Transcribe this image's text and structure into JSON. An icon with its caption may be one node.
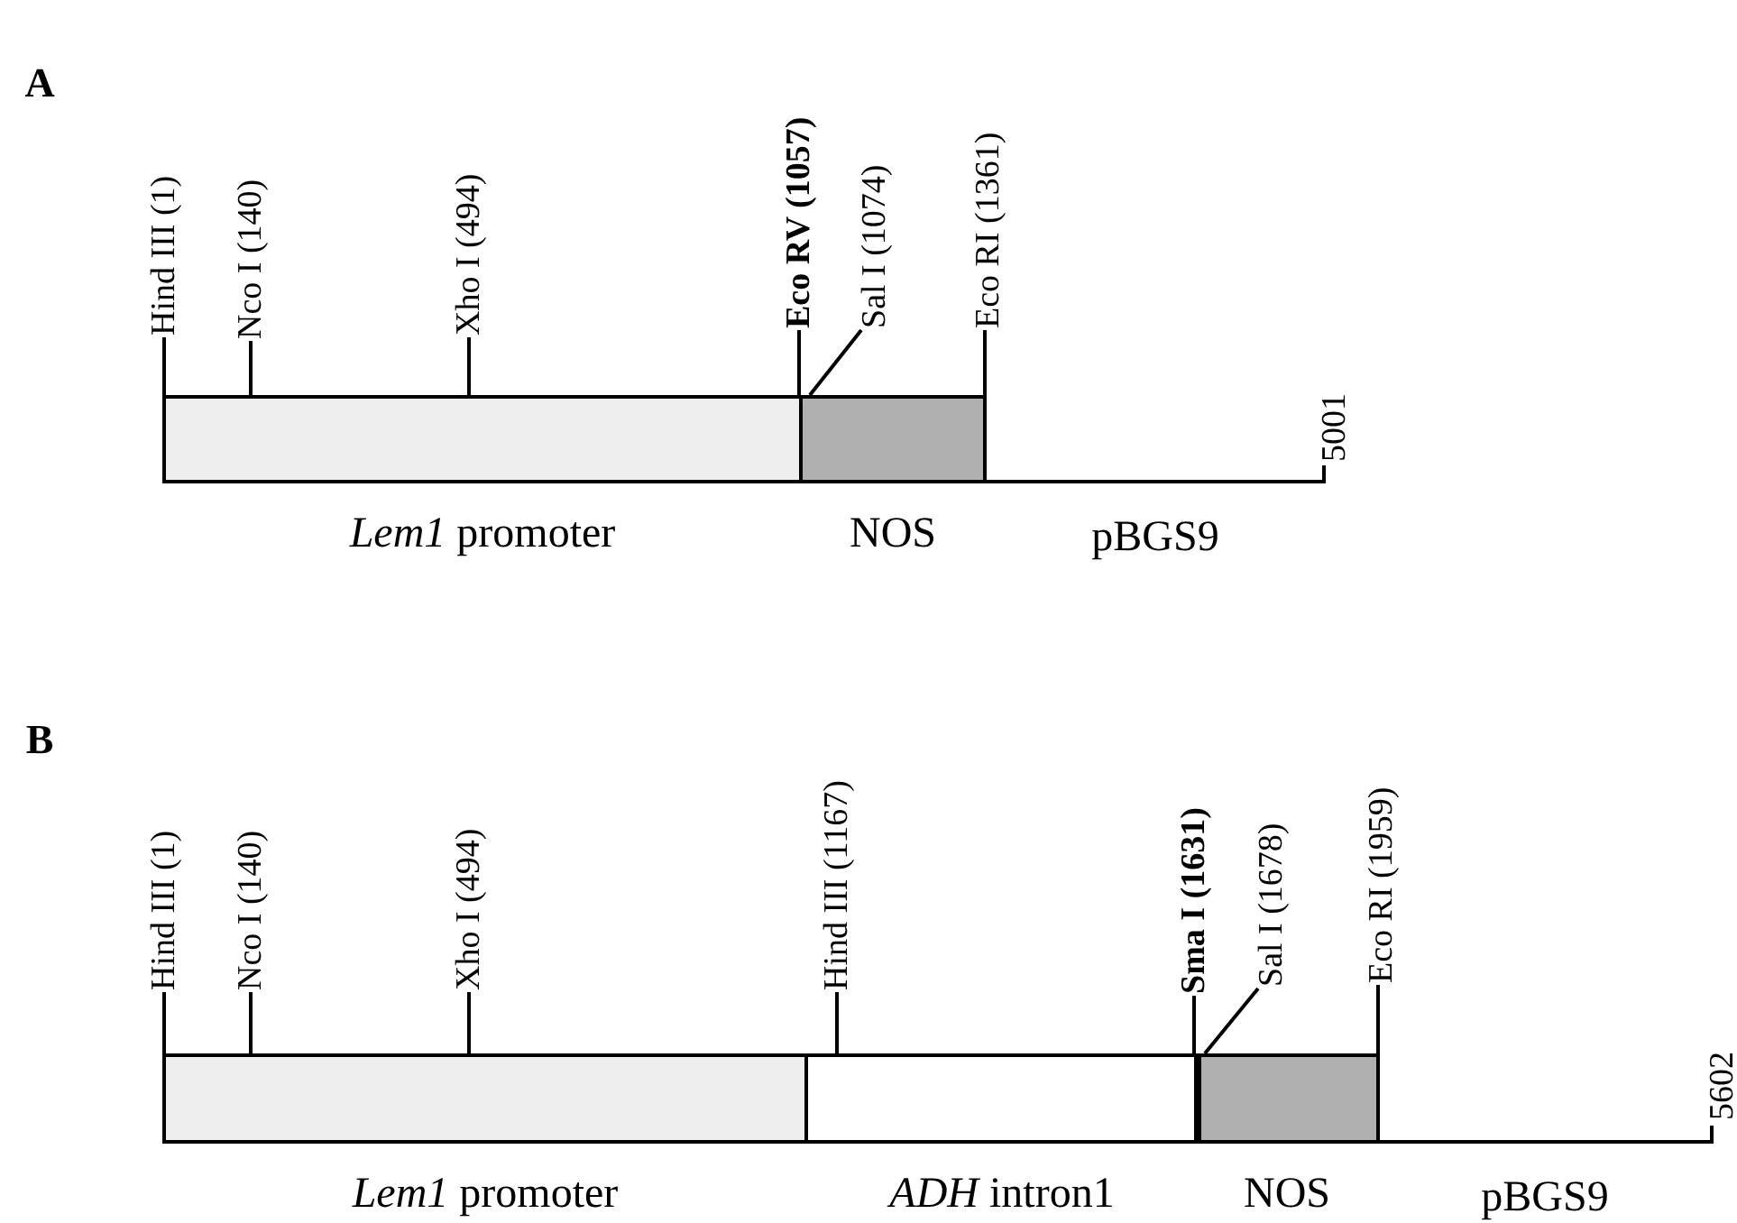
{
  "diagram": {
    "nodes": [
      {
        "text": [
          "Hind III (1)"
        ]
      },
      {
        "text": [
          "Nco I (140)"
        ]
      },
      {
        "text": [
          "Xho I (494)"
        ]
      },
      {
        "text": [
          "Eco RV (1057)"
        ]
      },
      {
        "text": [
          "Sal I (1074)"
        ]
      },
      {
        "text": [
          "Eco RI (1361)"
        ]
      },
      {
        "text": [
          "*Lem1* promoter"
        ]
      },
      {
        "text": [
          "NOS"
        ]
      },
      {
        "text": [
          "pBGS9"
        ],
        "beside": [
          "5001"
        ]
      },
      {
        "text": [
          "Hind III (1)"
        ]
      },
      {
        "text": [
          "Nco I (140)"
        ]
      },
      {
        "text": [
          "Xho I (494)"
        ]
      },
      {
        "text": [
          "Hind III (1167)"
        ]
      },
      {
        "text": [
          "Sma I (1631)"
        ]
      },
      {
        "text": [
          "Sal I (1678)"
        ]
      },
      {
        "text": [
          "Eco RI (1959)"
        ]
      },
      {
        "text": [
          "*Lem1* promoter"
        ]
      },
      {
        "text": [
          "*ADH* intron1"
        ]
      },
      {
        "text": [
          "NOS"
        ]
      },
      {
        "text": [
          "pBGS9"
        ],
        "beside": [
          "5602"
        ]
      }
    ],
    "edges": [
      {
        "from": 0,
        "to": 6,
        "arrow": "none"
      },
      {
        "from": 1,
        "to": 6,
        "arrow": "none"
      },
      {
        "from": 2,
        "to": 6,
        "arrow": "none"
      },
      {
        "from": 3,
        "to": 6,
        "arrow": "none"
      },
      {
        "from": 4,
        "to": 7,
        "arrow": "none"
      },
      {
        "from": 5,
        "to": 7,
        "arrow": "none"
      },
      {
        "from": 9,
        "to": 16,
        "arrow": "none"
      },
      {
        "from": 10,
        "to": 16,
        "arrow": "none"
      },
      {
        "from": 11,
        "to": 16,
        "arrow": "none"
      },
      {
        "from": 12,
        "to": 17,
        "arrow": "none"
      },
      {
        "from": 13,
        "to": 17,
        "arrow": "none"
      },
      {
        "from": 14,
        "to": 18,
        "arrow": "none"
      },
      {
        "from": 15,
        "to": 18,
        "arrow": "none"
      }
    ],
    "labels": [
      "A",
      "B"
    ]
  }
}
